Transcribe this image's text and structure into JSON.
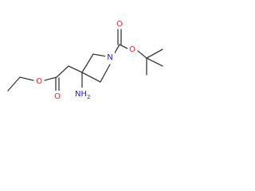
{
  "molecule": {
    "atoms": {
      "ester_single_oxygen": {
        "symbol": "O",
        "color": "#ff1a1a"
      },
      "ester_carbonyl_oxygen": {
        "symbol": "O",
        "color": "#ff1a1a"
      },
      "carbamate_carbonyl_oxygen": {
        "symbol": "O",
        "color": "#ff1a1a"
      },
      "carbamate_single_oxygen": {
        "symbol": "O",
        "color": "#ff1a1a"
      },
      "ring_nitrogen": {
        "symbol": "N",
        "color": "#1a1aff"
      },
      "amino_group": {
        "symbol": "NH",
        "subscript": "2",
        "color": "#1a1aff"
      }
    },
    "bond_color": "#3a3a3a"
  }
}
